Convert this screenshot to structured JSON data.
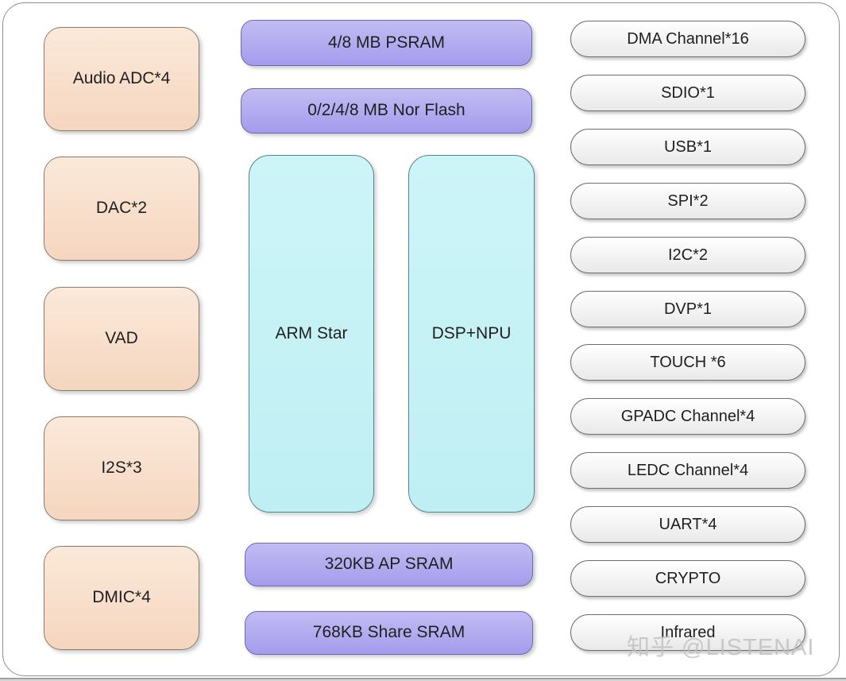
{
  "diagram": {
    "left_column": [
      {
        "label": "Audio ADC*4"
      },
      {
        "label": "DAC*2"
      },
      {
        "label": "VAD"
      },
      {
        "label": "I2S*3"
      },
      {
        "label": "DMIC*4"
      }
    ],
    "memory_top": [
      {
        "label": "4/8 MB PSRAM"
      },
      {
        "label": "0/2/4/8 MB Nor Flash"
      }
    ],
    "cores": [
      {
        "label": "ARM Star"
      },
      {
        "label": "DSP+NPU"
      }
    ],
    "memory_bottom": [
      {
        "label": "320KB AP SRAM"
      },
      {
        "label": "768KB Share SRAM"
      }
    ],
    "right_column": [
      {
        "label": "DMA Channel*16"
      },
      {
        "label": "SDIO*1"
      },
      {
        "label": "USB*1"
      },
      {
        "label": "SPI*2"
      },
      {
        "label": "I2C*2"
      },
      {
        "label": "DVP*1"
      },
      {
        "label": "TOUCH *6"
      },
      {
        "label": "GPADC Channel*4"
      },
      {
        "label": "LEDC Channel*4"
      },
      {
        "label": "UART*4"
      },
      {
        "label": "CRYPTO"
      },
      {
        "label": "Infrared"
      }
    ],
    "watermark": "知乎 @LISTENAI",
    "colors": {
      "peach_top": "#fbe9da",
      "peach_bottom": "#f5d6bf",
      "purple_top": "#c2bcf3",
      "purple_bottom": "#a49cec",
      "cyan_top": "#cdf5f8",
      "cyan_bottom": "#bfeff3",
      "pill_top": "#ffffff",
      "pill_bottom": "#e9e9e9",
      "watermark_color": "#bfbfbf"
    }
  }
}
